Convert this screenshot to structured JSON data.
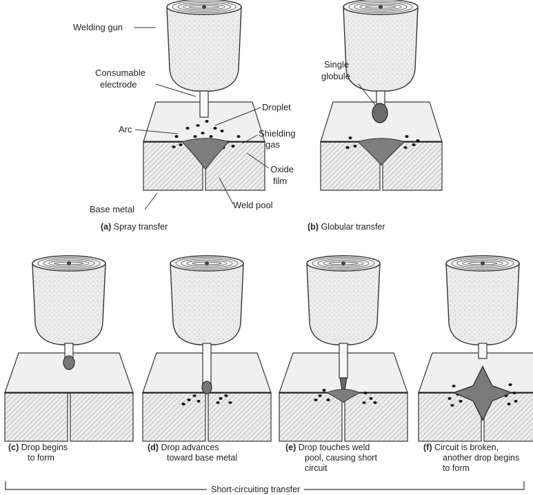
{
  "labels": {
    "welding_gun": "Welding gun",
    "consumable_electrode_1": "Consumable",
    "consumable_electrode_2": "electrode",
    "droplet": "Droplet",
    "arc": "Arc",
    "shielding_gas_1": "Shielding",
    "shielding_gas_2": "gas",
    "oxide_film_1": "Oxide",
    "oxide_film_2": "film",
    "base_metal": "Base metal",
    "weld_pool": "Weld pool",
    "single_globule_1": "Single",
    "single_globule_2": "globule"
  },
  "panels": [
    {
      "letter": "(a)",
      "text": [
        "Spray transfer"
      ]
    },
    {
      "letter": "(b)",
      "text": [
        "Globular transfer"
      ]
    },
    {
      "letter": "(c)",
      "text": [
        "Drop begins",
        "to form"
      ]
    },
    {
      "letter": "(d)",
      "text": [
        "Drop advances",
        "toward base metal"
      ]
    },
    {
      "letter": "(e)",
      "text": [
        "Drop touches weld",
        "pool, causing short",
        "circuit"
      ]
    },
    {
      "letter": "(f)",
      "text": [
        "Circuit is broken,",
        "another drop begins",
        "to form"
      ]
    }
  ],
  "group_caption": "Short-circuiting transfer"
}
